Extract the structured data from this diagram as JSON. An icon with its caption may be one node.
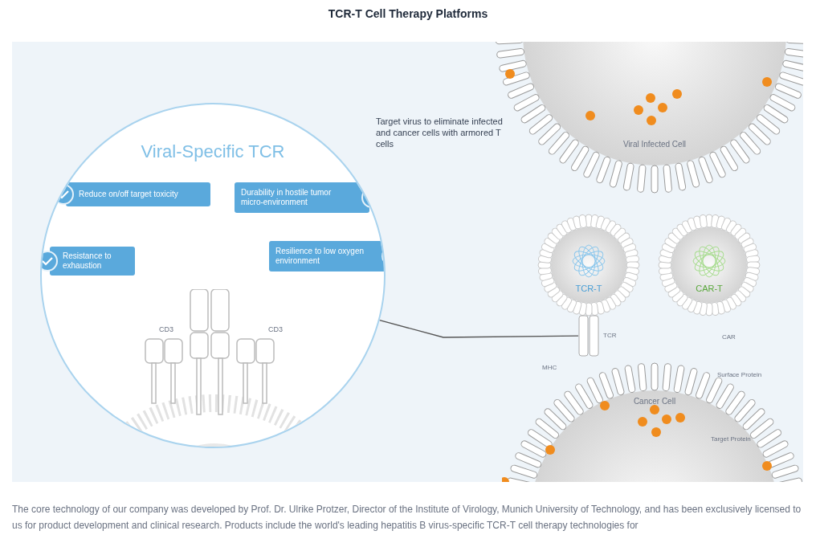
{
  "diagram": {
    "title": "TCR-T Cell Therapy Platforms",
    "nodes": [
      {
        "text": [
          "Viral-Specific TCR"
        ]
      },
      {
        "text": [
          "Reduce on/off target toxicity"
        ],
        "in": 0
      },
      {
        "text": [
          "Durability in hostile tumor micro-environment"
        ],
        "in": 0
      },
      {
        "text": [
          "Resistance to exhaustion"
        ],
        "in": 0
      },
      {
        "text": [
          "Resilience to low oxygen environment"
        ],
        "in": 0
      },
      {
        "text": [
          "Viral Infected Cell"
        ]
      },
      {
        "text": [
          "TCR-T"
        ]
      },
      {
        "text": [
          "CAR-T"
        ]
      },
      {
        "text": [
          "Cancer Cell"
        ]
      },
      {
        "text": [],
        "shape": "picture",
        "beside": [
          "TCR"
        ]
      }
    ],
    "edges": [
      {
        "from": 0,
        "to": 9,
        "arrow": "none"
      }
    ],
    "labels": [
      "CD3",
      "CD3",
      "Target virus to eliminate infected and cancer cells with armored T cells",
      "CAR",
      "MHC",
      "Surface Protein",
      "Target Protein",
      "The core technology of our company was developed by Prof. Dr. Ulrike Protzer, Director of the Institute of Virology, Munich University of Technology, and has been exclusively licensed to us for product development and clinical research. Products include the world's leading hepatitis B virus-specific TCR-T cell therapy technologies for"
    ]
  }
}
